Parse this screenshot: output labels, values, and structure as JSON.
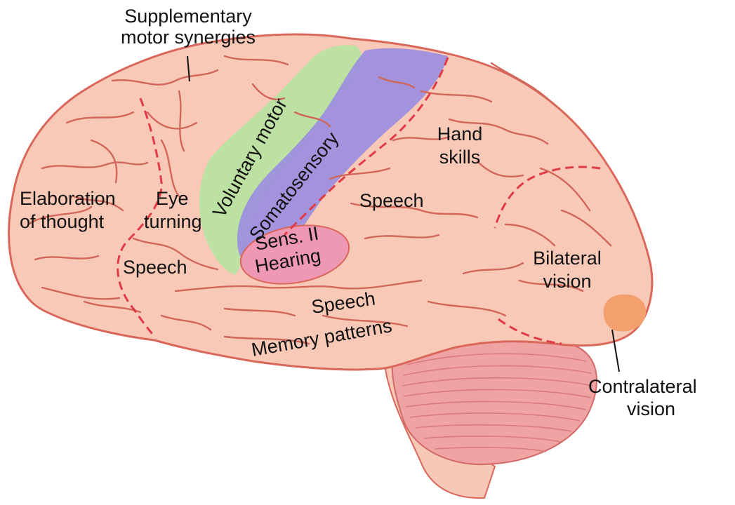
{
  "labels": {
    "supplementary": [
      "Supplementary",
      "motor synergies"
    ],
    "voluntary_motor": "Voluntary motor",
    "somatosensory": "Somatosensory",
    "hand_skills": [
      "Hand",
      "skills"
    ],
    "elaboration": [
      "Elaboration",
      "of thought"
    ],
    "eye_turning": [
      "Eye",
      "turning"
    ],
    "speech_parietal": "Speech",
    "speech_frontal": "Speech",
    "sens_hearing": [
      "Sens. II",
      "Hearing"
    ],
    "bilateral_vision": [
      "Bilateral",
      "vision"
    ],
    "speech_temporal": "Speech",
    "memory_patterns": "Memory patterns",
    "contralateral_vision": [
      "Contralateral",
      "vision"
    ]
  },
  "colors": {
    "cortex": "#f9c9b8",
    "outline": "#d9675a",
    "sulci": "#d06758",
    "boundary": "#e03a45",
    "motor": "#b9e3a0",
    "sensory": "#9b8ee0",
    "hearing": "#ef98b4",
    "visual": "#f3a06e",
    "cerebellum": "#efa3a3",
    "label": "#111111"
  }
}
